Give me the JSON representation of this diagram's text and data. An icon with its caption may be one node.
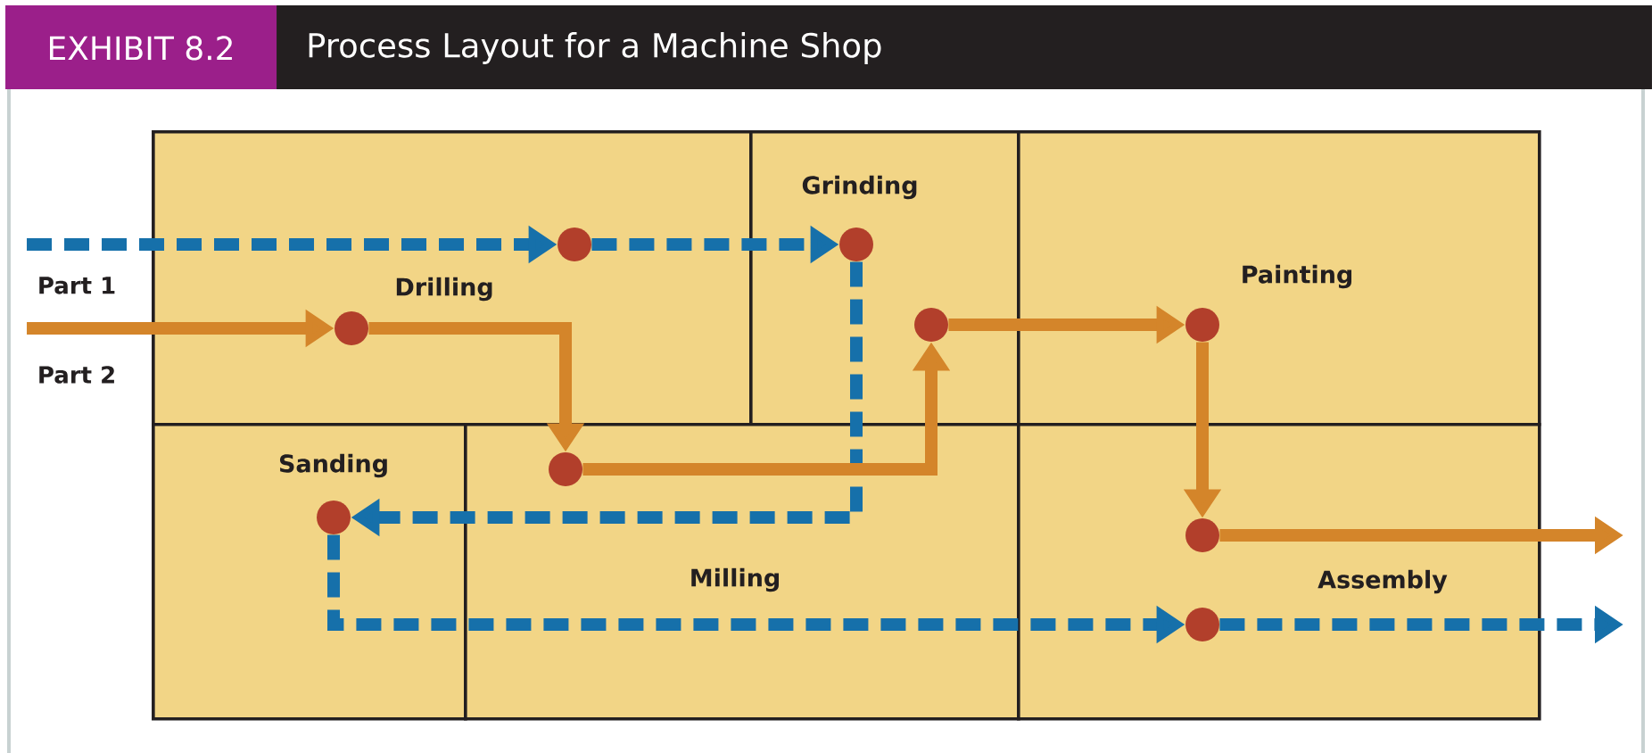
{
  "diagram": {
    "title": "Process Layout for a Machine Shop",
    "nodes": [
      {
        "text": [
          "Drilling"
        ]
      },
      {
        "text": [
          "Grinding"
        ]
      },
      {
        "text": [
          "Painting"
        ]
      },
      {
        "text": [
          "Sanding"
        ]
      },
      {
        "text": [
          "Milling"
        ]
      },
      {
        "text": [
          "Assembly"
        ]
      },
      {
        "text": [],
        "shape": "circle",
        "in": 0
      },
      {
        "text": [],
        "shape": "circle",
        "in": 0
      },
      {
        "text": [],
        "shape": "circle",
        "in": 1
      },
      {
        "text": [],
        "shape": "circle",
        "in": 1
      },
      {
        "text": [],
        "shape": "circle",
        "in": 2
      },
      {
        "text": [],
        "shape": "circle",
        "in": 3
      },
      {
        "text": [],
        "shape": "circle",
        "in": 4
      },
      {
        "text": [],
        "shape": "circle",
        "in": 5
      },
      {
        "text": [],
        "shape": "circle",
        "in": 5
      }
    ],
    "edges": [
      {
        "from": null,
        "to": 6,
        "arrow": "to",
        "style": "dashed",
        "color": "#1670aa"
      },
      {
        "from": 6,
        "to": 8,
        "arrow": "to",
        "style": "dashed",
        "color": "#1670aa"
      },
      {
        "from": 8,
        "to": 11,
        "arrow": "to",
        "style": "dashed",
        "color": "#1670aa"
      },
      {
        "from": 11,
        "to": 14,
        "arrow": "to",
        "style": "dashed",
        "color": "#1670aa"
      },
      {
        "from": 14,
        "to": null,
        "arrow": "to",
        "style": "dashed",
        "color": "#1670aa"
      },
      {
        "from": null,
        "to": 7,
        "arrow": "to"
      },
      {
        "from": 7,
        "to": 12,
        "arrow": "to"
      },
      {
        "from": 12,
        "to": 9,
        "arrow": "to"
      },
      {
        "from": 9,
        "to": 10,
        "arrow": "to"
      },
      {
        "from": 10,
        "to": 13,
        "arrow": "to"
      },
      {
        "from": 13,
        "to": null,
        "arrow": "to"
      }
    ],
    "labels": [
      "EXHIBIT 8.2",
      "Part 1",
      "Part 2"
    ]
  }
}
